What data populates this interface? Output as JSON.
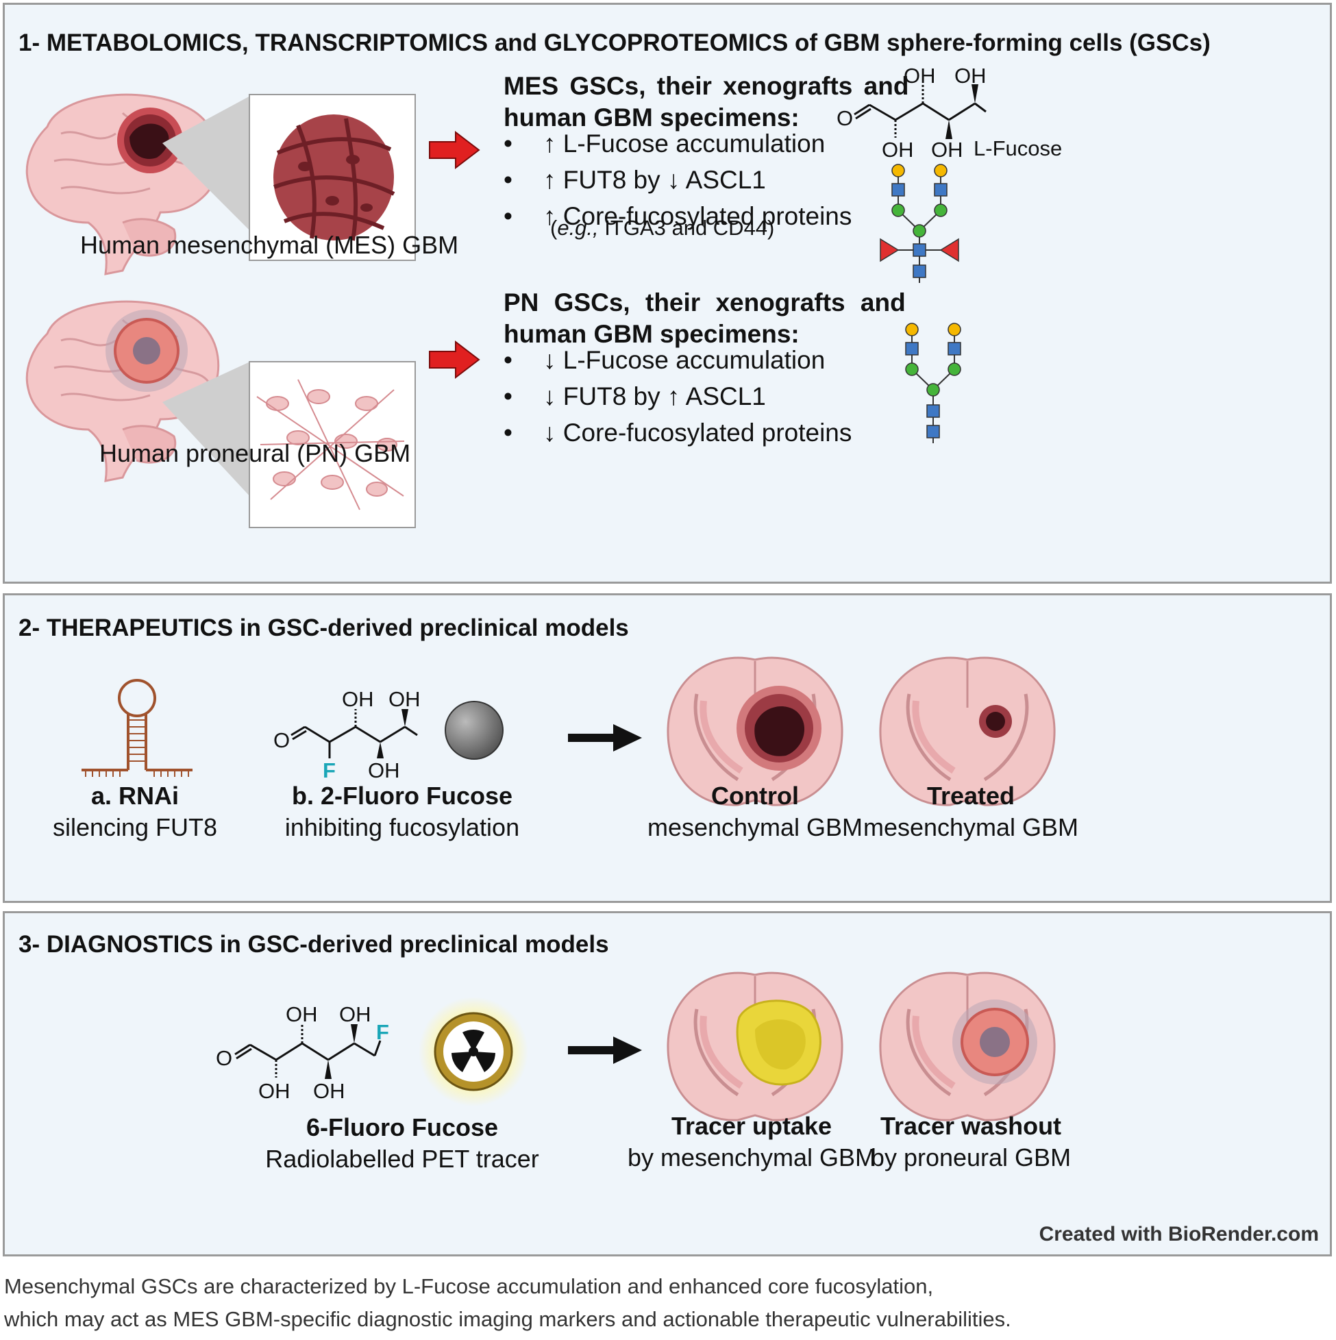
{
  "panel1": {
    "title": "1- METABOLOMICS, TRANSCRIPTOMICS and GLYCOPROTEOMICS of GBM sphere-forming cells (GSCs)",
    "mes": {
      "label": "Human mesenchymal (MES) GBM",
      "heading_line1": "MES GSCs, their xenografts and",
      "heading_line2": "human GBM specimens:",
      "bullets": [
        "↑ L-Fucose accumulation",
        "↑ FUT8 by ↓ ASCL1",
        "↑ Core-fucosylated proteins"
      ],
      "example_prefix": "e.g.,",
      "example_rest": " ITGA3 and CD44)",
      "example_open": "("
    },
    "pn": {
      "label": "Human proneural (PN) GBM",
      "heading_line1": "PN GSCs, their xenografts and",
      "heading_line2": "human GBM specimens:",
      "bullets": [
        "↓ L-Fucose accumulation",
        "↓ FUT8 by ↑ ASCL1",
        "↓ Core-fucosylated proteins"
      ]
    },
    "fucose": {
      "oh1": "OH",
      "oh2": "OH",
      "oh3": "OH",
      "oh4": "OH",
      "o": "O",
      "name": "L-Fucose"
    },
    "bullet_char": "•"
  },
  "panel2": {
    "title": "2- THERAPEUTICS in GSC-derived preclinical models",
    "rnai": {
      "title": "a. RNAi",
      "sub": "silencing FUT8"
    },
    "fluoro2": {
      "title": "b. 2-Fluoro Fucose",
      "sub": "inhibiting fucosylation",
      "oh1": "OH",
      "oh2": "OH",
      "oh3": "OH",
      "o": "O",
      "f": "F"
    },
    "control": {
      "title": "Control",
      "sub": "mesenchymal GBM"
    },
    "treated": {
      "title": "Treated",
      "sub": "mesenchymal GBM"
    }
  },
  "panel3": {
    "title": "3- DIAGNOSTICS in GSC-derived preclinical models",
    "fluoro6": {
      "title": "6-Fluoro Fucose",
      "sub": "Radiolabelled PET tracer",
      "oh1": "OH",
      "oh2": "OH",
      "oh3": "OH",
      "oh4": "OH",
      "o": "O",
      "f": "F"
    },
    "uptake": {
      "title": "Tracer uptake",
      "sub": "by mesenchymal GBM"
    },
    "washout": {
      "title": "Tracer washout",
      "sub": "by proneural GBM"
    },
    "credit": "Created with BioRender.com"
  },
  "caption": {
    "line1": "Mesenchymal GSCs are characterized by L-Fucose accumulation and enhanced core fucosylation,",
    "line2": "which may act as MES GBM-specific diagnostic imaging markers and actionable therapeutic vulnerabilities."
  },
  "colors": {
    "panel_bg": "#eff5fa",
    "panel_border": "#9a9a9a",
    "arrow_red": "#e02020",
    "galactose": "#f5b800",
    "glcnac": "#3f78c4",
    "mannose": "#45b43a",
    "fucose": "#e03030",
    "fluorine": "#1aa6b7"
  }
}
